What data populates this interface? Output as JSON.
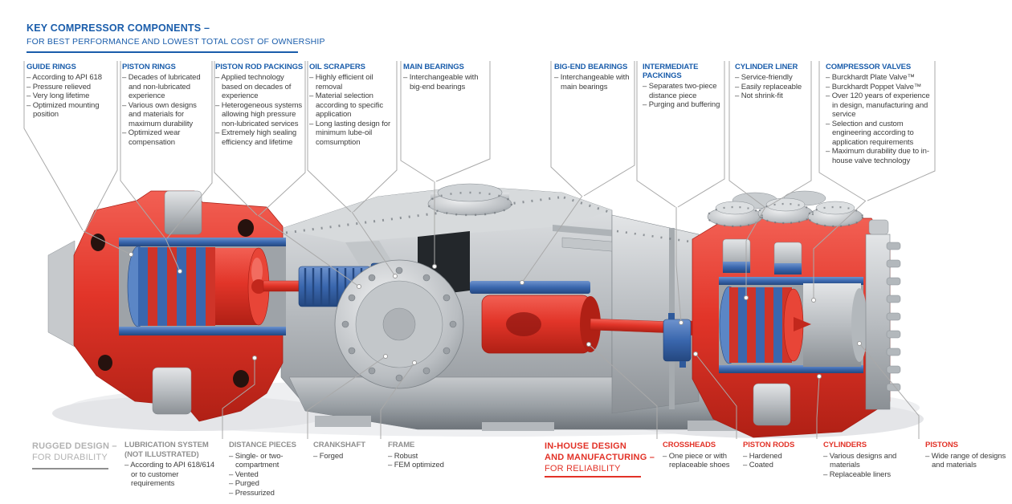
{
  "header": {
    "title": "KEY COMPRESSOR COMPONENTS –",
    "subtitle": "FOR BEST PERFORMANCE AND LOWEST TOTAL COST OF OWNERSHIP"
  },
  "colors": {
    "heading_blue": "#1a5dab",
    "accent_red": "#e23227",
    "gray_label": "#8f8f8f",
    "light_gray_slogan": "#b2b2b2",
    "body_text": "#3d3d3d",
    "leader_line": "#a9a9a9",
    "machine_red": "#e23529",
    "machine_blue": "#3a67ae",
    "machine_gray": "#b9bdc1"
  },
  "top_labels": [
    {
      "title": "GUIDE RINGS",
      "items": [
        "– According to API 618",
        "– Pressure relieved",
        "– Very long lifetime",
        "– Optimized mounting position"
      ]
    },
    {
      "title": "PISTON RINGS",
      "items": [
        "– Decades of lubricated and non-lubricated experience",
        "– Various own designs and materials for maximum durability",
        "– Optimized wear compensation"
      ]
    },
    {
      "title": "PISTON ROD PACKINGS",
      "items": [
        "– Applied technology based on decades of experience",
        "– Heterogeneous systems allowing high pressure non-lubricated services",
        "– Extremely high sealing efficiency and lifetime"
      ]
    },
    {
      "title": "OIL SCRAPERS",
      "items": [
        "– Highly efficient oil removal",
        "– Material selection according to specific application",
        "– Long lasting design for minimum lube-oil comsumption"
      ]
    },
    {
      "title": "MAIN BEARINGS",
      "items": [
        "– Interchangeable with big-end bearings"
      ]
    },
    {
      "title": "BIG-END BEARINGS",
      "items": [
        "– Interchangeable with main bearings"
      ]
    },
    {
      "title": "INTERMEDIATE PACKINGS",
      "items": [
        "– Separates two-piece distance piece",
        "– Purging and buffering"
      ]
    },
    {
      "title": "CYLINDER LINER",
      "items": [
        "– Service-friendly",
        "– Easily replaceable",
        "– Not shrink-fit"
      ]
    },
    {
      "title": "COMPRESSOR VALVES",
      "items": [
        "– Burckhardt Plate Valve™",
        "– Burckhardt Poppet Valve™",
        "– Over 120 years of experience in design, manufacturing and service",
        "– Selection and custom engineering according to application requirements",
        "– Maximum durability due to in-house valve technology"
      ]
    }
  ],
  "bottom_labels": {
    "rugged": {
      "line1": "RUGGED DESIGN –",
      "line2": "FOR DURABILITY"
    },
    "lubrication": {
      "title1": "LUBRICATION SYSTEM",
      "title2": "(NOT ILLUSTRATED)",
      "items": [
        "– According to API 618/614 or to customer requirements"
      ]
    },
    "distance_pieces": {
      "title": "DISTANCE PIECES",
      "items": [
        "– Single- or two-compartment",
        "– Vented",
        "– Purged",
        "– Pressurized"
      ]
    },
    "crankshaft": {
      "title": "CRANKSHAFT",
      "items": [
        "– Forged"
      ]
    },
    "frame": {
      "title": "FRAME",
      "items": [
        "– Robust",
        "– FEM optimized"
      ]
    },
    "inhouse": {
      "line1": "IN-HOUSE DESIGN",
      "line2": "AND MANUFACTURING –",
      "line3": "FOR RELIABILITY"
    },
    "crossheads": {
      "title": "CROSSHEADS",
      "items": [
        "– One piece or with replaceable shoes"
      ]
    },
    "piston_rods": {
      "title": "PISTON RODS",
      "items": [
        "– Hardened",
        "– Coated"
      ]
    },
    "cylinders": {
      "title": "CYLINDERS",
      "items": [
        "– Various designs and materials",
        "– Replaceable liners"
      ]
    },
    "pistons": {
      "title": "PISTONS",
      "items": [
        "– Wide range of designs and materials"
      ]
    }
  },
  "illustration": {
    "subject": "cutaway rendering of a horizontal reciprocating process compressor",
    "highlighted_red_parts": [
      "cylinders",
      "pistons",
      "piston rods",
      "crossheads"
    ],
    "highlighted_blue_parts": [
      "piston rod packings",
      "intermediate packings",
      "guide elements"
    ]
  }
}
